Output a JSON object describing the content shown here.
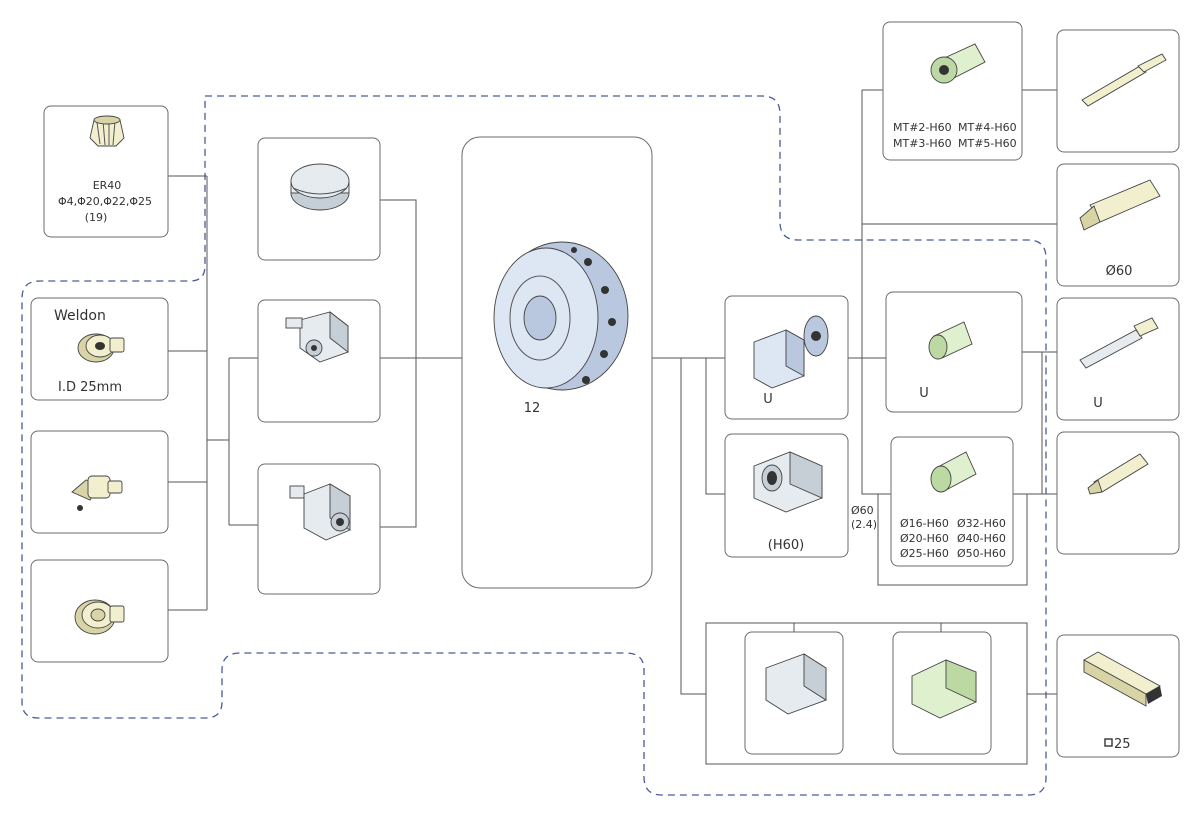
{
  "labels": {
    "er40_name": "ER40",
    "er40_sizes": "Φ4,Φ20,Φ22,Φ25",
    "er40_count": "(19)",
    "weldon_title": "Weldon",
    "weldon_id": "I.D 25mm",
    "turret_stations": "12",
    "u_holder": "U",
    "h60_holder": "(H60)",
    "u_sleeve": "U",
    "u_drill": "U",
    "boring_dia": "Ø60",
    "dia60": "Ø60",
    "dia60_sub": "(2.4)",
    "square25": "25",
    "mt2": "MT#2-H60",
    "mt3": "MT#3-H60",
    "mt4": "MT#4-H60",
    "mt5": "MT#5-H60",
    "s16": "Ø16-H60",
    "s20": "Ø20-H60",
    "s25": "Ø25-H60",
    "s32": "Ø32-H60",
    "s40": "Ø40-H60",
    "s50": "Ø50-H60"
  },
  "icons": [
    "er40-collet-icon",
    "weldon-holder-icon",
    "tapping-holder-icon",
    "collet-chuck-icon",
    "blank-cover-icon",
    "axial-live-tool-icon",
    "radial-live-tool-icon",
    "turret-disc-icon",
    "u-drill-holder-icon",
    "h60-boring-holder-icon",
    "morse-taper-sleeve-icon",
    "twist-drill-icon",
    "boring-bar-icon",
    "u-sleeve-icon",
    "u-drill-icon",
    "reducing-sleeve-icon",
    "small-boring-bar-icon",
    "od-tool-holder-icon",
    "face-tool-holder-icon",
    "square-shank-tool-icon"
  ],
  "colors": {
    "dashed_boundary": "#4a5a9c",
    "part_light": "#f2efcf",
    "part_steel": "#e6ebef",
    "part_green": "#dff0cf",
    "part_blue": "#dde6f3"
  }
}
